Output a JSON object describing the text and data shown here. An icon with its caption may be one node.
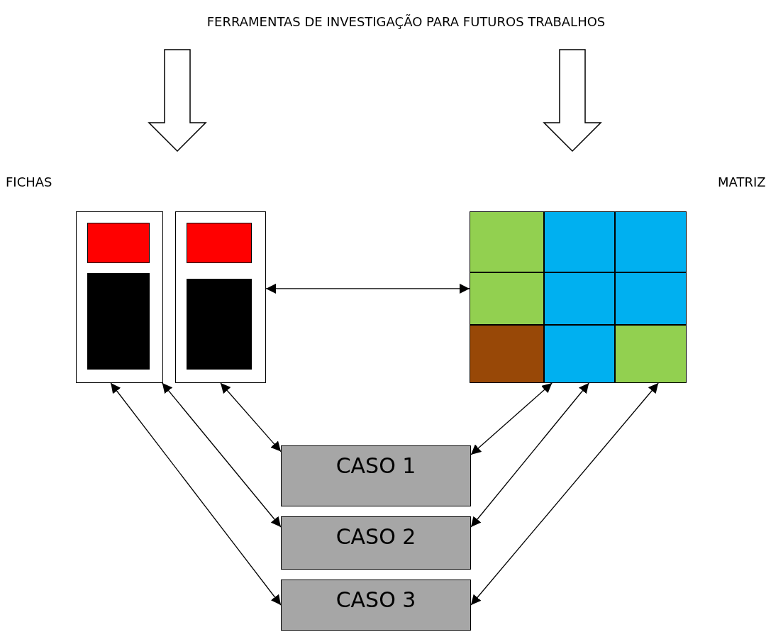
{
  "diagram": {
    "nodes": [
      {
        "text": [
          "FERRAMENTAS DE INVESTIGAÇÃO PARA FUTUROS TRABALHOS"
        ]
      },
      {
        "text": [],
        "shape": "box"
      },
      {
        "text": [],
        "shape": "box"
      },
      {
        "text": [],
        "shape": "box"
      },
      {
        "text": [
          "CASO 1"
        ]
      },
      {
        "text": [
          "CASO 2"
        ]
      },
      {
        "text": [
          "CASO 3"
        ]
      }
    ],
    "edges": [
      {
        "from": 0,
        "to": null,
        "arrow": "to",
        "style": "thick"
      },
      {
        "from": 0,
        "to": null,
        "arrow": "to",
        "style": "thick"
      },
      {
        "from": 2,
        "to": 3,
        "arrow": "both"
      },
      {
        "from": 1,
        "to": 6,
        "arrow": "both"
      },
      {
        "from": 1,
        "to": 5,
        "arrow": "both"
      },
      {
        "from": 2,
        "to": 4,
        "arrow": "both"
      },
      {
        "from": 3,
        "to": 4,
        "arrow": "both"
      },
      {
        "from": 3,
        "to": 5,
        "arrow": "both"
      },
      {
        "from": 3,
        "to": 6,
        "arrow": "both"
      }
    ],
    "labels": [
      "FICHAS",
      "MATRIZ"
    ]
  }
}
